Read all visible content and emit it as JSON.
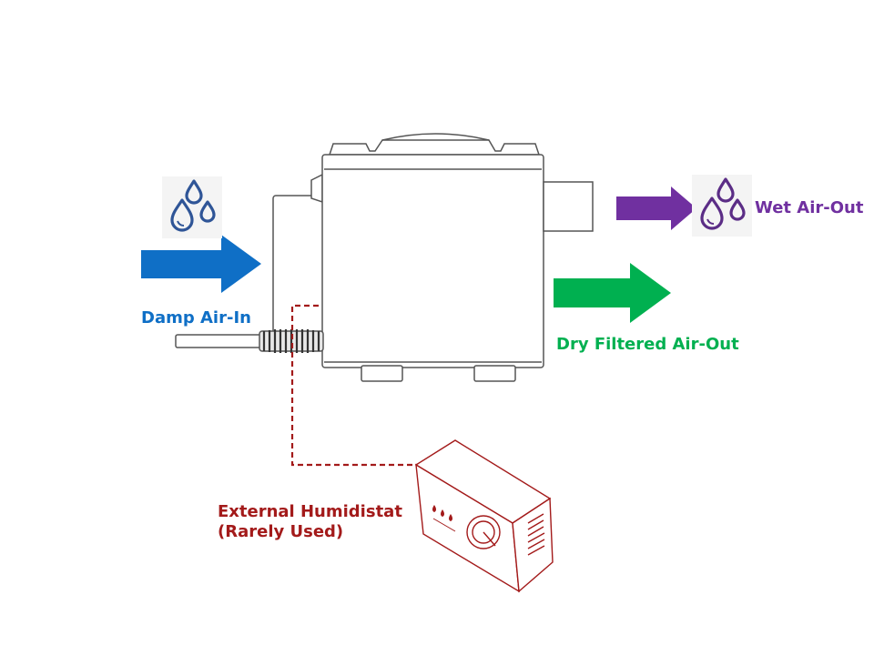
{
  "labels": {
    "damp_air_in": "Damp Air-In",
    "dry_air_out": "Dry Filtered Air-Out",
    "wet_air_out": "Wet Air-Out",
    "humidistat_line1": "External Humidistat",
    "humidistat_line2": "(Rarely Used)"
  },
  "colors": {
    "damp": "#0f6fc6",
    "dry": "#00b050",
    "wet": "#7030a0",
    "humidistat": "#a31a1a",
    "drop_blue": "#2f5597",
    "drop_purple": "#5b2d86",
    "outline": "#555555"
  },
  "icons": {
    "drops_in": "water-drops-icon",
    "drops_out": "water-drops-icon"
  }
}
